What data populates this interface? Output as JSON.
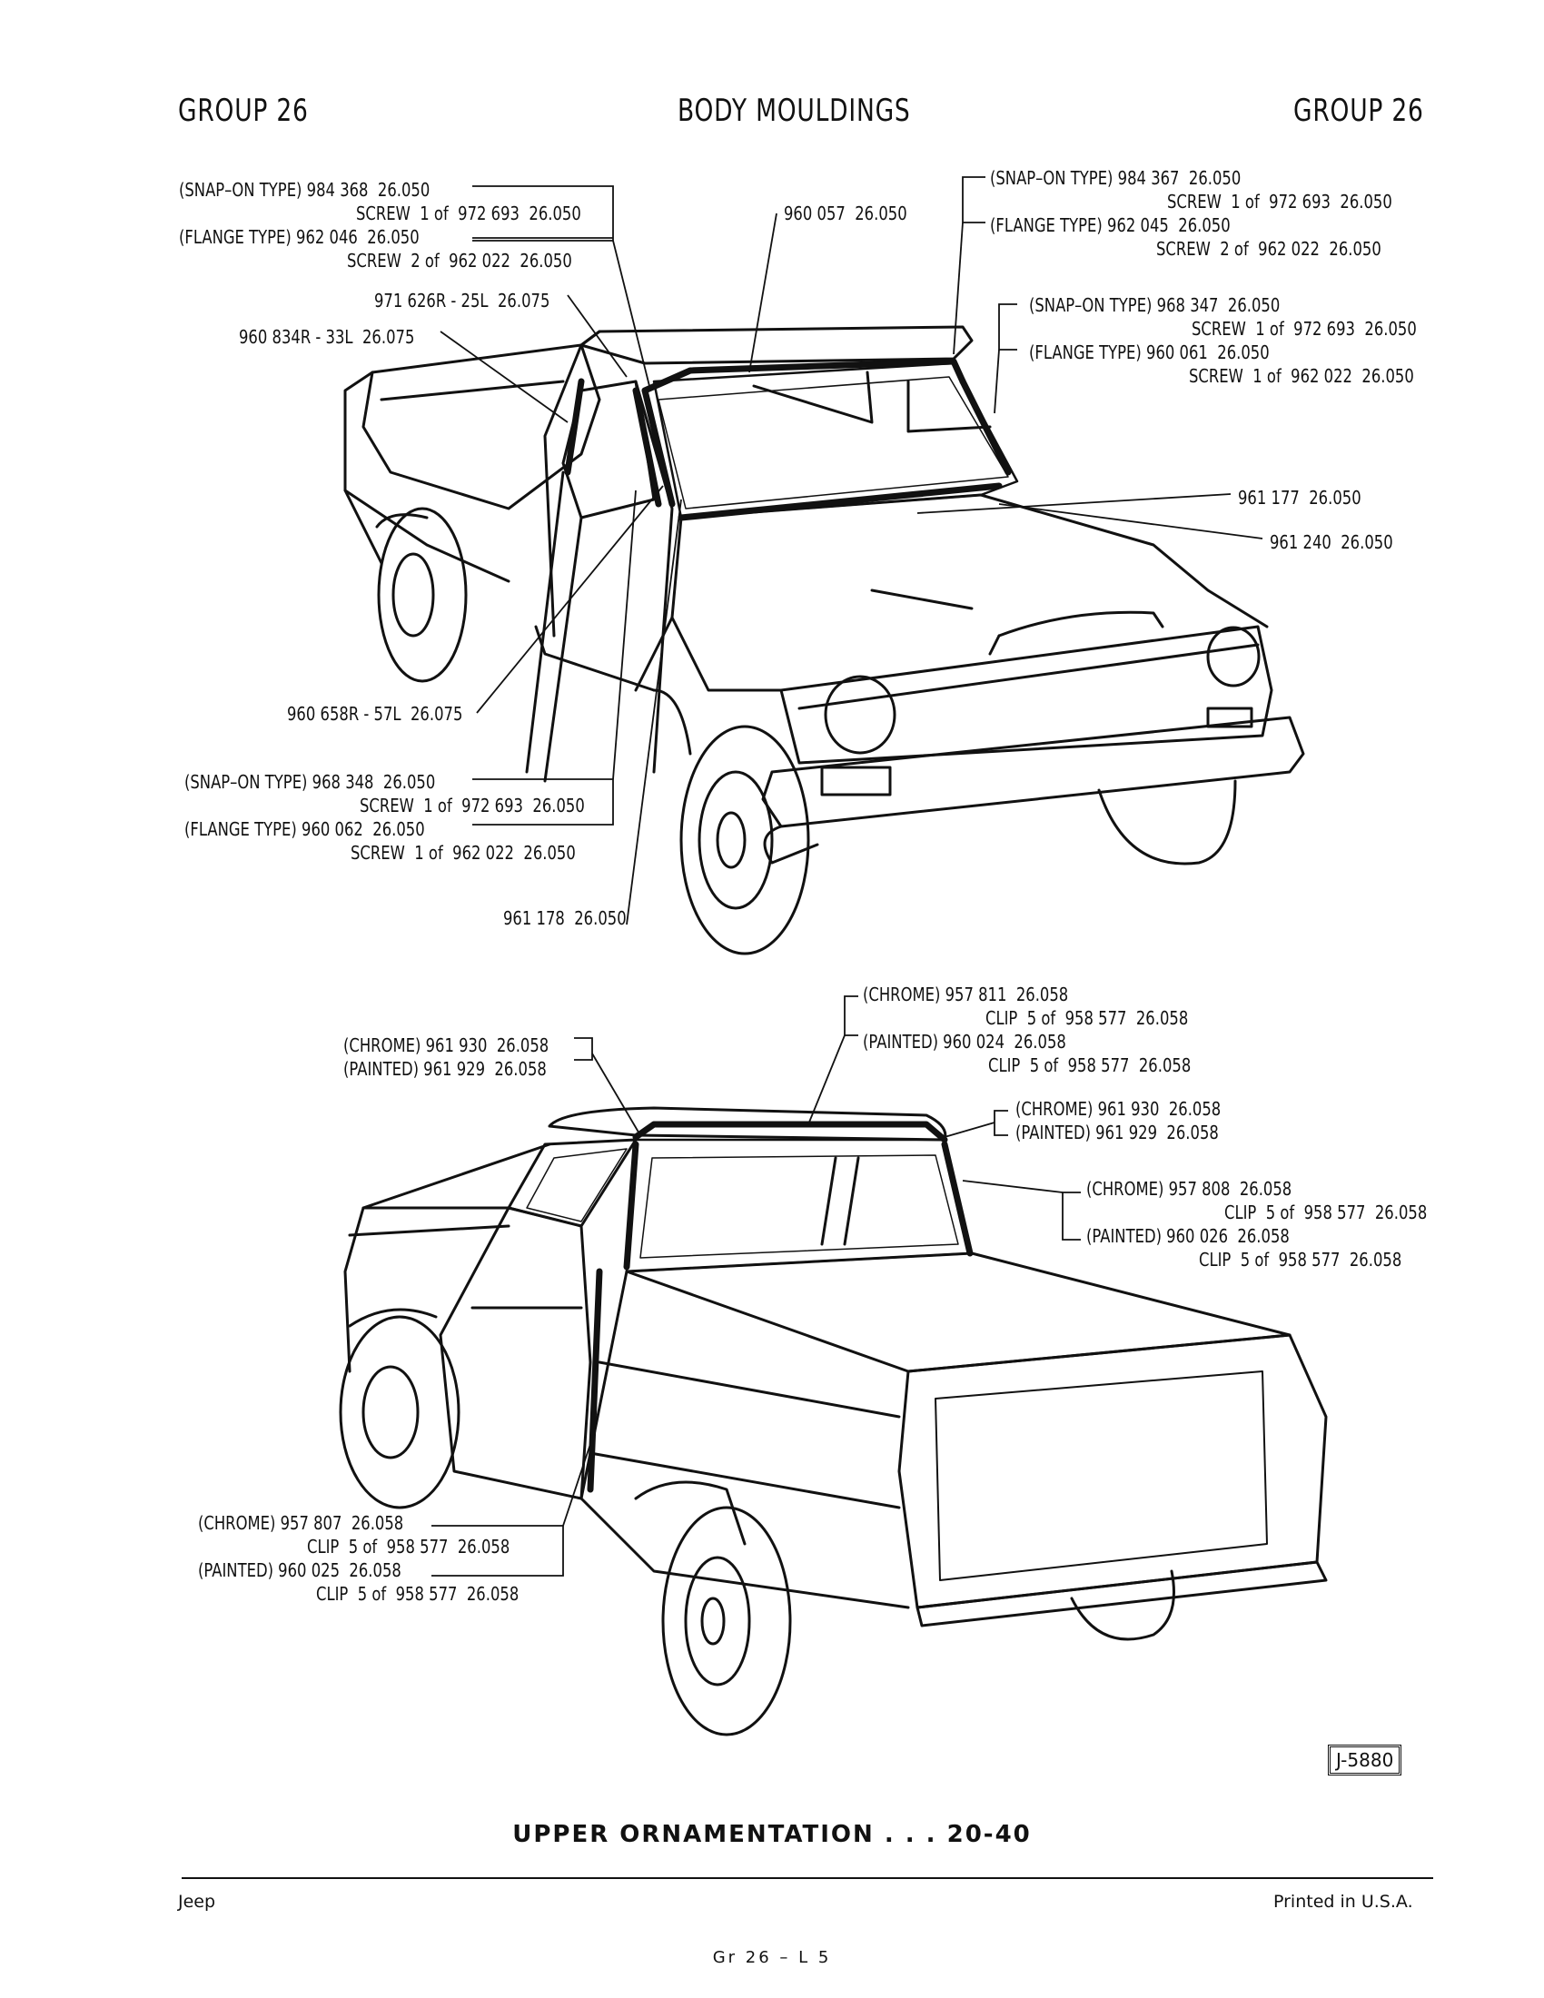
{
  "header": {
    "group_left": "GROUP 26",
    "title": "BODY MOULDINGS",
    "group_right": "GROUP 26"
  },
  "front_view": {
    "tl_snap": "(SNAP–ON TYPE) 984 368  26.050",
    "tl_snap_screw": "SCREW  1 of  972 693  26.050",
    "tl_flange": "(FLANGE TYPE) 962 046  26.050",
    "tl_flange_screw": "SCREW  2 of  962 022  26.050",
    "center_top": "960 057  26.050",
    "p971": "971 626R - 25L  26.075",
    "p960834": "960 834R - 33L  26.075",
    "tr_snap": "(SNAP–ON TYPE) 984 367  26.050",
    "tr_snap_screw": "SCREW  1 of  972 693  26.050",
    "tr_flange": "(FLANGE TYPE) 962 045  26.050",
    "tr_flange_screw": "SCREW  2 of  962 022  26.050",
    "r2_snap": "(SNAP–ON TYPE) 968 347  26.050",
    "r2_snap_screw": "SCREW  1 of  972 693  26.050",
    "r2_flange": "(FLANGE TYPE) 960 061  26.050",
    "r2_flange_screw": "SCREW  1 of  962 022  26.050",
    "p961177": "961 177  26.050",
    "p961240": "961 240  26.050",
    "p960658": "960 658R - 57L  26.075",
    "bl_snap": "(SNAP–ON TYPE) 968 348  26.050",
    "bl_snap_screw": "SCREW  1 of  972 693  26.050",
    "bl_flange": "(FLANGE TYPE) 960 062  26.050",
    "bl_flange_screw": "SCREW  1 of  962 022  26.050",
    "p961178": "961 178  26.050"
  },
  "rear_view": {
    "top_chrome": "(CHROME) 957 811  26.058",
    "top_chrome_clip": "CLIP  5 of  958 577  26.058",
    "top_painted": "(PAINTED) 960 024  26.058",
    "top_painted_clip": "CLIP  5 of  958 577  26.058",
    "left_chrome": "(CHROME) 961 930  26.058",
    "left_painted": "(PAINTED) 961 929  26.058",
    "right_chrome": "(CHROME) 961 930  26.058",
    "right_painted": "(PAINTED) 961 929  26.058",
    "r_chrome": "(CHROME) 957 808  26.058",
    "r_chrome_clip": "CLIP  5 of  958 577  26.058",
    "r_painted": "(PAINTED) 960 026  26.058",
    "r_painted_clip": "CLIP  5 of  958 577  26.058",
    "bl_chrome": "(CHROME) 957 807  26.058",
    "bl_chrome_clip": "CLIP  5 of  958 577  26.058",
    "bl_painted": "(PAINTED) 960 025  26.058",
    "bl_painted_clip": "CLIP  5 of  958 577  26.058"
  },
  "figure_tag": "J-5880",
  "caption": "UPPER ORNAMENTATION . . . 20-40",
  "footer": {
    "left": "Jeep",
    "right": "Printed  in U.S.A.",
    "page": "Gr  26  –  L  5"
  }
}
